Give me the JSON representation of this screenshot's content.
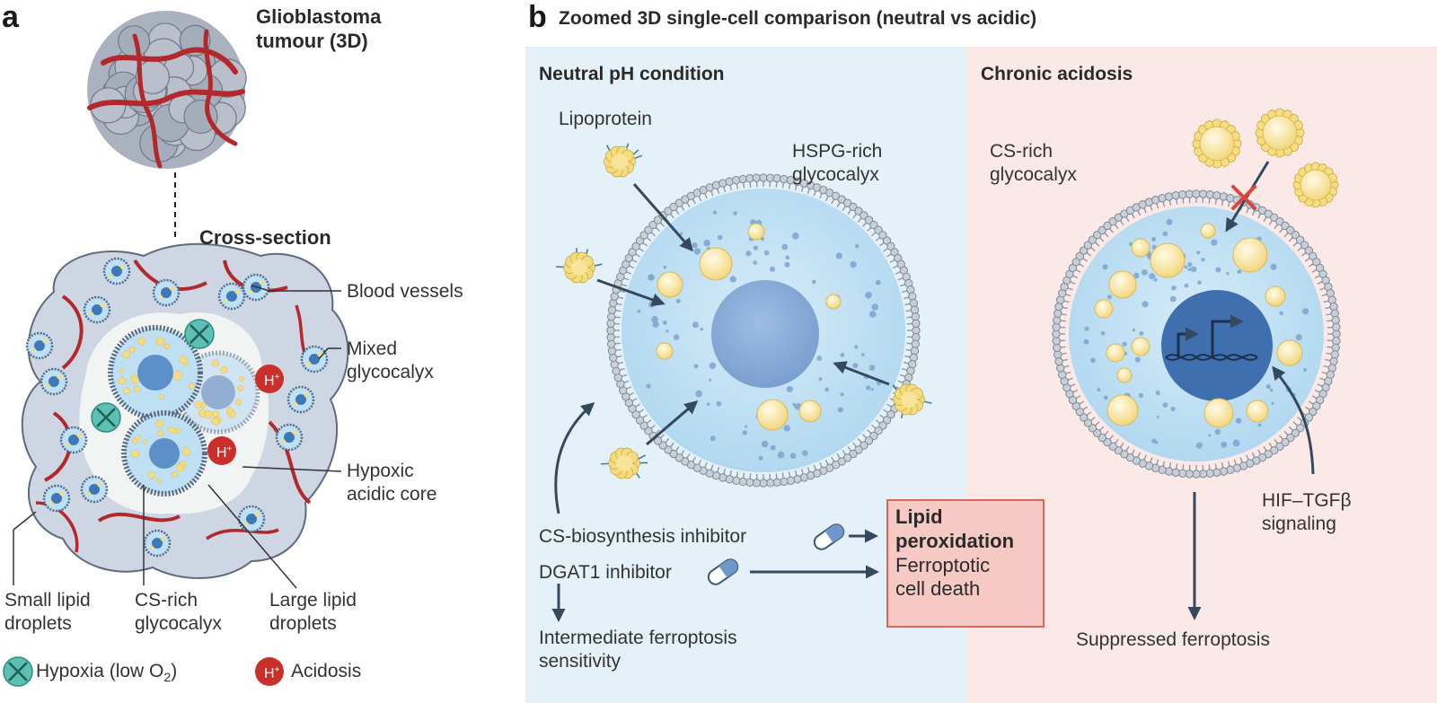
{
  "panel_a": {
    "letter": "a",
    "tumour_title_line1": "Glioblastoma",
    "tumour_title_line2": "tumour (3D)",
    "cross_section_title": "Cross-section",
    "labels": {
      "blood_vessels": "Blood vessels",
      "mixed_line1": "Mixed",
      "mixed_line2": "glycocalyx",
      "hypoxic_line1": "Hypoxic",
      "hypoxic_line2": "acidic core",
      "small_line1": "Small lipid",
      "small_line2": "droplets",
      "cs_line1": "CS-rich",
      "cs_line2": "glycocalyx",
      "large_line1": "Large lipid",
      "large_line2": "droplets"
    },
    "h_badge": "H",
    "h_badge_sup": "+",
    "legend": {
      "hypoxia_text": "Hypoxia (low O",
      "hypoxia_sub": "2",
      "hypoxia_close": ")",
      "acidosis_text": "Acidosis"
    }
  },
  "panel_b": {
    "letter": "b",
    "title": "Zoomed 3D single-cell comparison (neutral vs acidic)",
    "neutral": {
      "title": "Neutral pH condition",
      "lipoprotein": "Lipoprotein",
      "hspg_line1": "HSPG-rich",
      "hspg_line2": "glycocalyx",
      "cs_inhibitor": "CS-biosynthesis inhibitor",
      "dgat1_inhibitor": "DGAT1 inhibitor",
      "intermediate_line1": "Intermediate ferroptosis",
      "intermediate_line2": "sensitivity",
      "lipid_line1": "Lipid",
      "lipid_line2": "peroxidation",
      "ferro_line1": "Ferroptotic",
      "ferro_line2": "cell death"
    },
    "acidosis": {
      "title": "Chronic acidosis",
      "cs_line1": "CS-rich",
      "cs_line2": "glycocalyx",
      "hif_line1": "HIF–TGFβ",
      "hif_line2": "signaling",
      "suppressed": "Suppressed ferroptosis"
    }
  },
  "colors": {
    "neutral_bg": "#e4f1f9",
    "acid_bg": "#fbe9e7",
    "cell_fill": "#bfe0f3",
    "nucleus": "#8fb2dc",
    "membrane": "#a9b4bf",
    "droplet": "#f9e7a7",
    "vessel": "#b8262b",
    "arrow": "#34495e",
    "tumour": "#9aa4b3",
    "hypoxia": "#5ec0b2",
    "acid_badge": "#c9302c",
    "lipid_box": "#f7c9c4"
  }
}
